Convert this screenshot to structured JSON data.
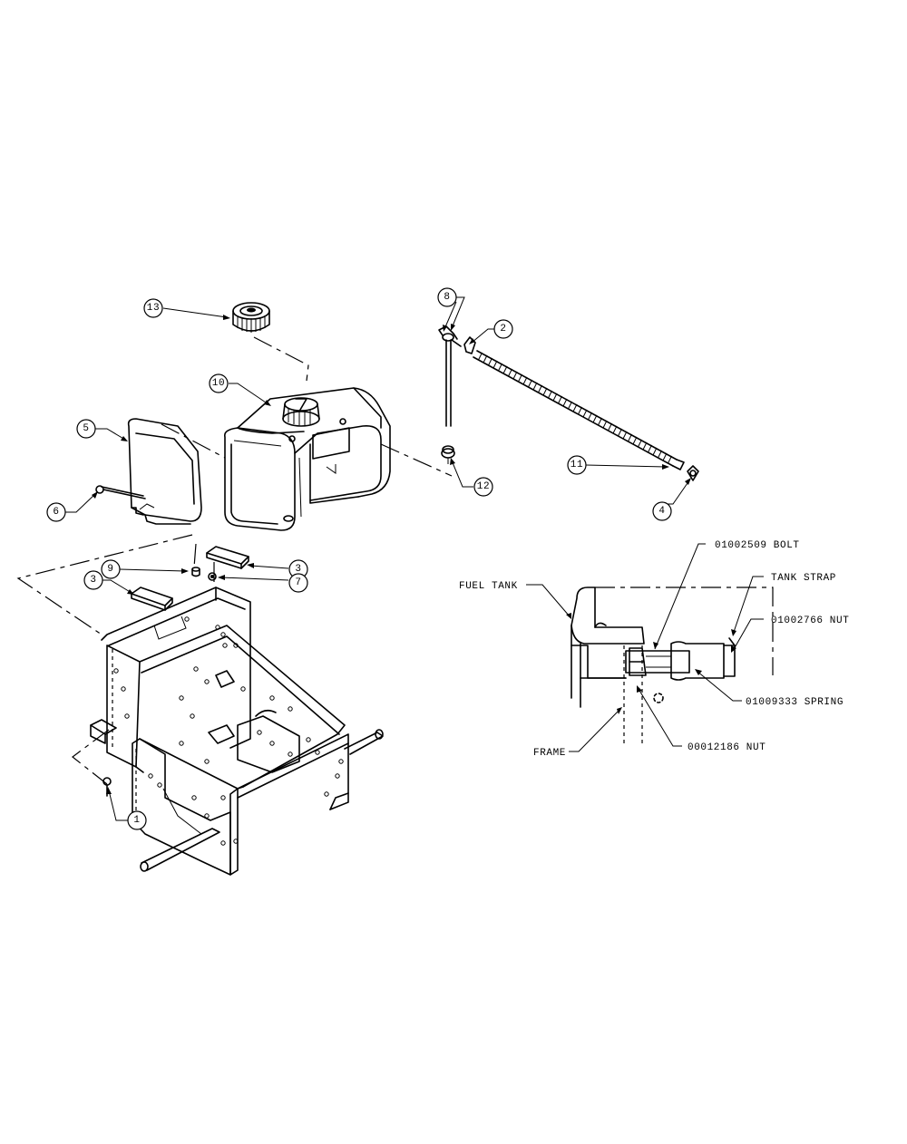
{
  "callouts": {
    "c1": "1",
    "c2": "2",
    "c3a": "3",
    "c3b": "3",
    "c4": "4",
    "c5": "5",
    "c6": "6",
    "c7": "7",
    "c8": "8",
    "c9": "9",
    "c10": "10",
    "c11": "11",
    "c12": "12",
    "c13": "13"
  },
  "detail": {
    "bolt": "01002509 BOLT",
    "tank_strap": "TANK STRAP",
    "nut_top": "01002766 NUT",
    "fuel_tank": "FUEL TANK",
    "spring": "01009333 SPRING",
    "frame": "FRAME",
    "nut_bottom": "00012186 NUT"
  }
}
